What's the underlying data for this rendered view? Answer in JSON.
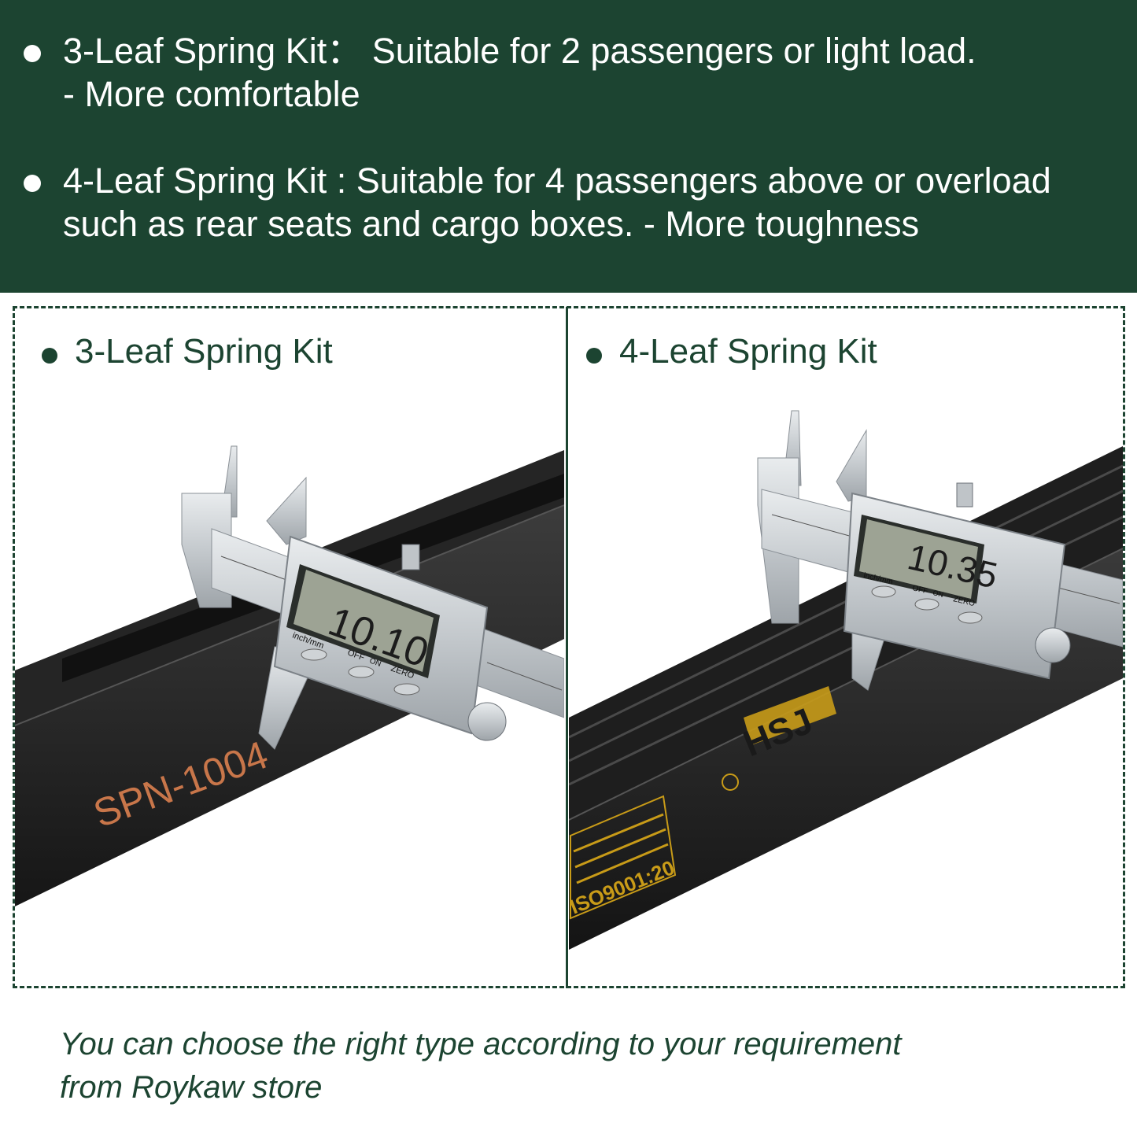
{
  "banner": {
    "items": [
      {
        "line1": "3-Leaf Spring Kit： Suitable for 2 passengers or light load.",
        "line2": "- More comfortable"
      },
      {
        "line1": "4-Leaf Spring Kit :  Suitable for 4 passengers above or overload",
        "line2": "such as rear seats and cargo boxes. - More toughness"
      }
    ]
  },
  "panels": {
    "left": {
      "title": "3-Leaf Spring Kit",
      "part_mark": "SPN-1004",
      "caliper_reading": "10.10"
    },
    "right": {
      "title": "4-Leaf Spring Kit",
      "caliper_reading": "10.35",
      "brand_mark": "HSJ",
      "cert_mark": "ISO9001:20"
    }
  },
  "caliper": {
    "btn_mode": "inch/mm",
    "btn_off": "OFF",
    "btn_on": "ON",
    "btn_zero": "ZERO"
  },
  "footer": {
    "line1": "You can choose the right type according to your requirement",
    "line2": "from Roykaw store"
  },
  "colors": {
    "brand_green": "#1c4431",
    "white": "#ffffff"
  }
}
